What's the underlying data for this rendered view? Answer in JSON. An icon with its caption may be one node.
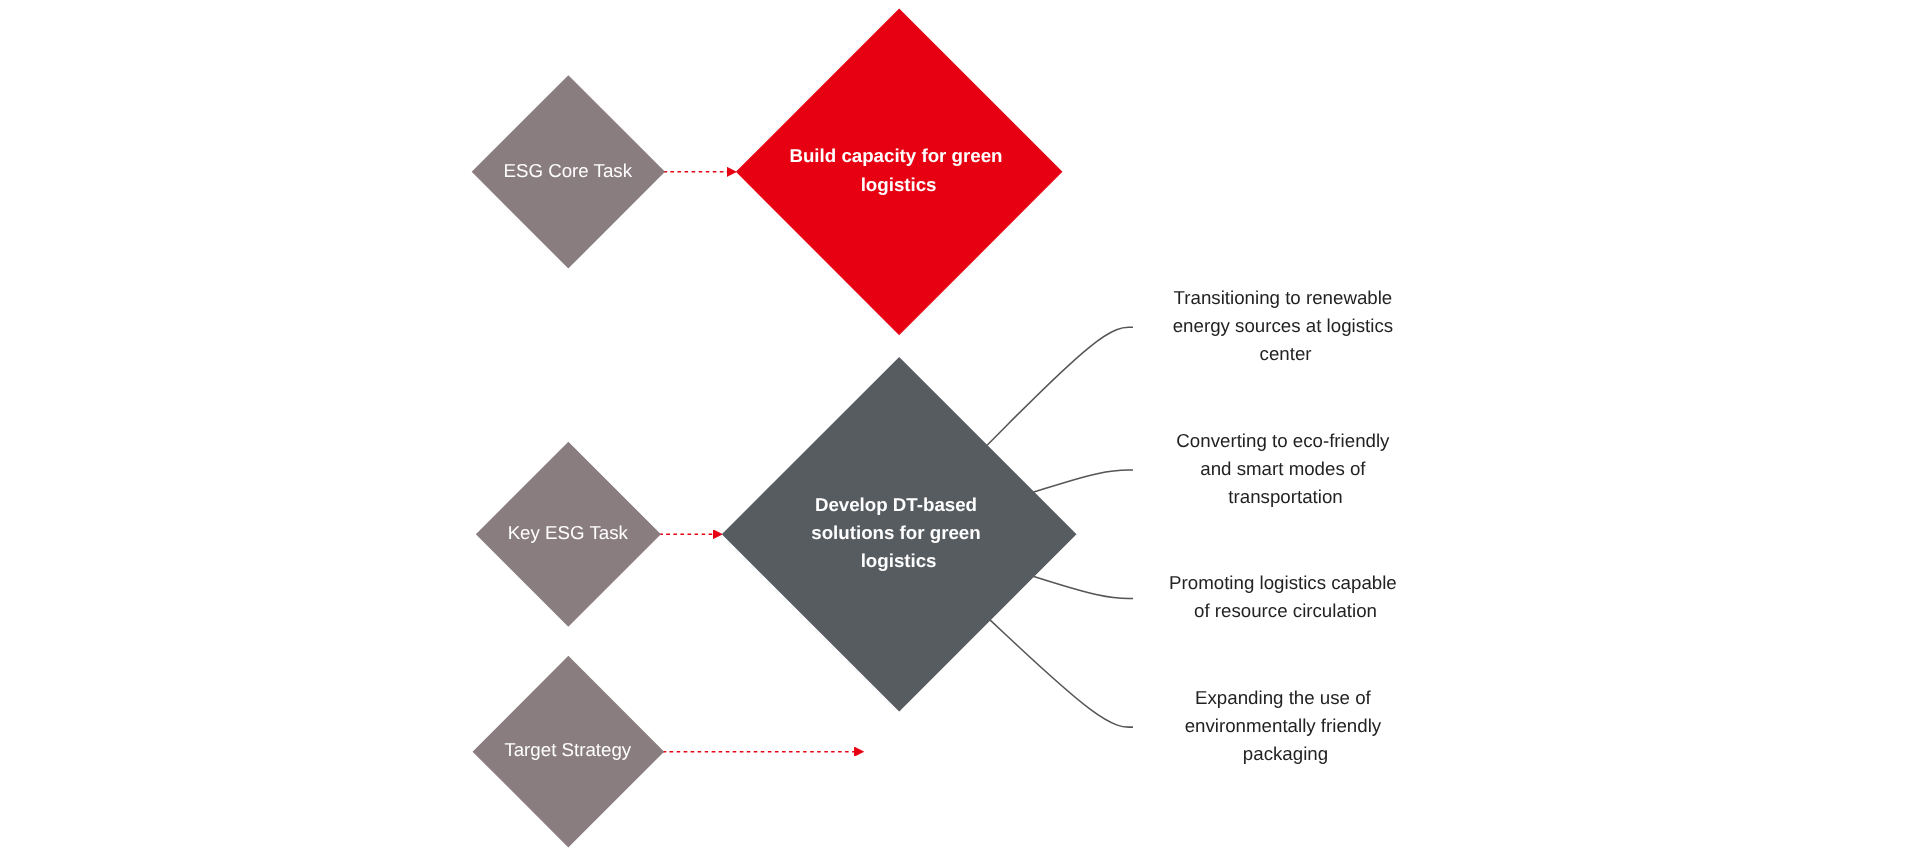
{
  "diagram": {
    "nodes": [
      {
        "text": [
          "ESG Core Task"
        ]
      },
      {
        "text": [
          "Build capacity for green logistics"
        ]
      },
      {
        "text": [
          "Key ESG Task"
        ]
      },
      {
        "text": [
          "Develop DT-based solutions for green logistics"
        ]
      },
      {
        "text": [
          "Target Strategy"
        ]
      },
      {
        "text": [
          "Transitioning to renewable energy sources at logistics center"
        ]
      },
      {
        "text": [
          "Converting to eco-friendly and smart modes of transportation"
        ]
      },
      {
        "text": [
          "Promoting logistics capable of resource circulation"
        ]
      },
      {
        "text": [
          "Expanding the use of environmentally friendly packaging"
        ]
      }
    ],
    "edges": [
      {
        "from": 0,
        "to": 1,
        "arrow": "to",
        "style": "dashed",
        "color": "#e60012"
      },
      {
        "from": 2,
        "to": 3,
        "arrow": "to",
        "style": "dashed",
        "color": "#e60012"
      },
      {
        "from": 4,
        "to": null,
        "arrow": "to",
        "style": "dashed",
        "color": "#e60012"
      },
      {
        "from": 3,
        "to": 5,
        "arrow": "none"
      },
      {
        "from": 3,
        "to": 6,
        "arrow": "none"
      },
      {
        "from": 3,
        "to": 7,
        "arrow": "none"
      },
      {
        "from": 3,
        "to": 8,
        "arrow": "none"
      }
    ]
  }
}
